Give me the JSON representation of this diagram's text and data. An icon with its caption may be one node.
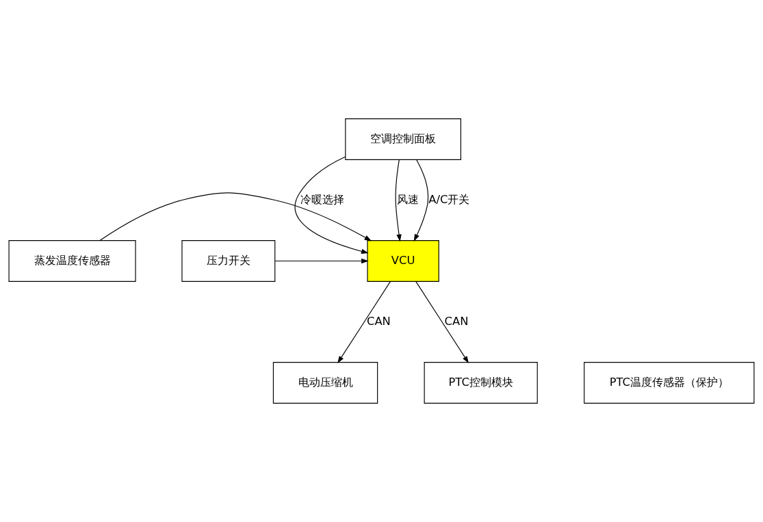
{
  "diagram": {
    "nodes": [
      {
        "text": [
          "空调控制面板"
        ]
      },
      {
        "text": [
          "蒸发温度传感器"
        ]
      },
      {
        "text": [
          "VCU"
        ]
      },
      {
        "text": [
          "压力开关"
        ]
      },
      {
        "text": [
          "电动压缩机"
        ]
      },
      {
        "text": [
          "PTC控制模块"
        ]
      },
      {
        "text": [
          "PTC温度传感器（保护）"
        ]
      }
    ],
    "edges": [
      {
        "from": 0,
        "to": 2,
        "arrow": "to",
        "label": "冷暖选择"
      },
      {
        "from": 0,
        "to": 2,
        "arrow": "to",
        "label": "风速"
      },
      {
        "from": 0,
        "to": 2,
        "arrow": "to",
        "label": "A/C开关"
      },
      {
        "from": 1,
        "to": 2,
        "arrow": "to"
      },
      {
        "from": 3,
        "to": 2,
        "arrow": "to"
      },
      {
        "from": 2,
        "to": 4,
        "arrow": "to",
        "label": "CAN"
      },
      {
        "from": 2,
        "to": 5,
        "arrow": "to",
        "label": "CAN"
      }
    ]
  }
}
